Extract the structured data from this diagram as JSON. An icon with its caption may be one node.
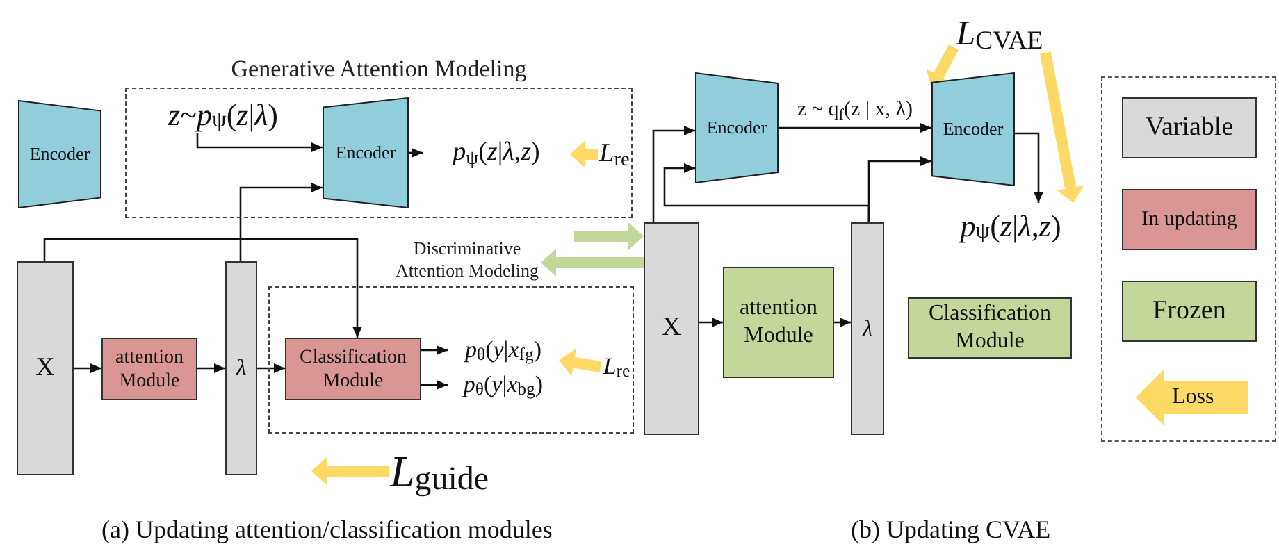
{
  "diagram": {
    "nodes": [
      {
        "text": [
          "Generative Attention Modeling"
        ]
      },
      {
        "text": [
          "Encoder"
        ]
      },
      {
        "text": [
          "*z*~*p*$_{ψ}$(*z*|*λ*)"
        ],
        "in": 0
      },
      {
        "text": [
          "Encoder"
        ],
        "in": 0
      },
      {
        "text": [
          "*p*$_{ψ}$(*z*|*λ*,*z*)"
        ],
        "in": 0
      },
      {
        "text": [
          "*L*$_{re}$"
        ],
        "in": 0
      },
      {
        "text": [
          "Discriminative Attention Modeling"
        ]
      },
      {
        "text": [
          "X"
        ]
      },
      {
        "text": [
          "attention Module"
        ]
      },
      {
        "text": [
          "λ"
        ]
      },
      {
        "text": [
          "Classification Module"
        ],
        "in": 6
      },
      {
        "text": [
          "*p*$_{θ}$(*y*|*x*$_{fg}$)"
        ],
        "in": 6
      },
      {
        "text": [
          "*p*$_{θ}$(*y*|*x*$_{bg}$)"
        ],
        "in": 6
      },
      {
        "text": [
          "*L*$_{re}$"
        ],
        "in": 6
      },
      {
        "text": [
          "*L*$_{guide}$"
        ]
      },
      {
        "text": [
          "Encoder"
        ]
      },
      {
        "text": [
          "Encoder"
        ]
      },
      {
        "text": [
          "*p*$_{ψ}$(*z*|*λ*,*z*)"
        ]
      },
      {
        "text": [
          "*L*$_{CVAE}$"
        ]
      },
      {
        "text": [
          "X"
        ]
      },
      {
        "text": [
          "attention Module"
        ]
      },
      {
        "text": [
          "λ"
        ]
      },
      {
        "text": [
          "Classification Module"
        ]
      }
    ],
    "edges": [
      {
        "from": 2,
        "to": 3,
        "arrow": "to"
      },
      {
        "from": 3,
        "to": 4,
        "arrow": "to"
      },
      {
        "from": 5,
        "to": 4,
        "arrow": "to",
        "style": "thick",
        "color": "#ffd966"
      },
      {
        "from": 9,
        "to": 3,
        "arrow": "to"
      },
      {
        "from": 7,
        "to": 10,
        "arrow": "to"
      },
      {
        "from": 7,
        "to": 8,
        "arrow": "to"
      },
      {
        "from": 8,
        "to": 9,
        "arrow": "to"
      },
      {
        "from": 9,
        "to": 10,
        "arrow": "to"
      },
      {
        "from": 10,
        "to": 11,
        "arrow": "to"
      },
      {
        "from": 10,
        "to": 12,
        "arrow": "to"
      },
      {
        "from": 13,
        "to": 11,
        "arrow": "to",
        "style": "thick",
        "color": "#ffd966"
      },
      {
        "from": 14,
        "to": null,
        "arrow": "to",
        "style": "thick",
        "color": "#ffd966"
      },
      {
        "from": null,
        "to": 19,
        "arrow": "to",
        "style": "thick",
        "color": "#c4d79b"
      },
      {
        "from": 19,
        "to": 6,
        "arrow": "to",
        "style": "thick",
        "color": "#c4d79b"
      },
      {
        "from": 19,
        "to": 15,
        "arrow": "to"
      },
      {
        "from": 21,
        "to": 15,
        "arrow": "to"
      },
      {
        "from": 21,
        "to": 16,
        "arrow": "to"
      },
      {
        "from": 15,
        "to": 16,
        "arrow": "to",
        "label": "z ~ q$_{f}$(z | x, λ)"
      },
      {
        "from": 16,
        "to": 17,
        "arrow": "to"
      },
      {
        "from": 18,
        "to": 16,
        "arrow": "to",
        "style": "thick",
        "color": "#ffd966"
      },
      {
        "from": 18,
        "to": 17,
        "arrow": "to",
        "style": "thick",
        "color": "#ffd966"
      },
      {
        "from": 19,
        "to": 20,
        "arrow": "to"
      },
      {
        "from": 20,
        "to": 21,
        "arrow": "to"
      }
    ],
    "labels": [
      "(a) Updating attention/classification modules",
      "(b) Updating CVAE"
    ],
    "legend": [
      {
        "text": "Variable",
        "color": "#d9d9d9"
      },
      {
        "text": "In updating",
        "color": "#d99694"
      },
      {
        "text": "Frozen",
        "color": "#c4d79b"
      },
      {
        "text": "Loss"
      }
    ]
  }
}
